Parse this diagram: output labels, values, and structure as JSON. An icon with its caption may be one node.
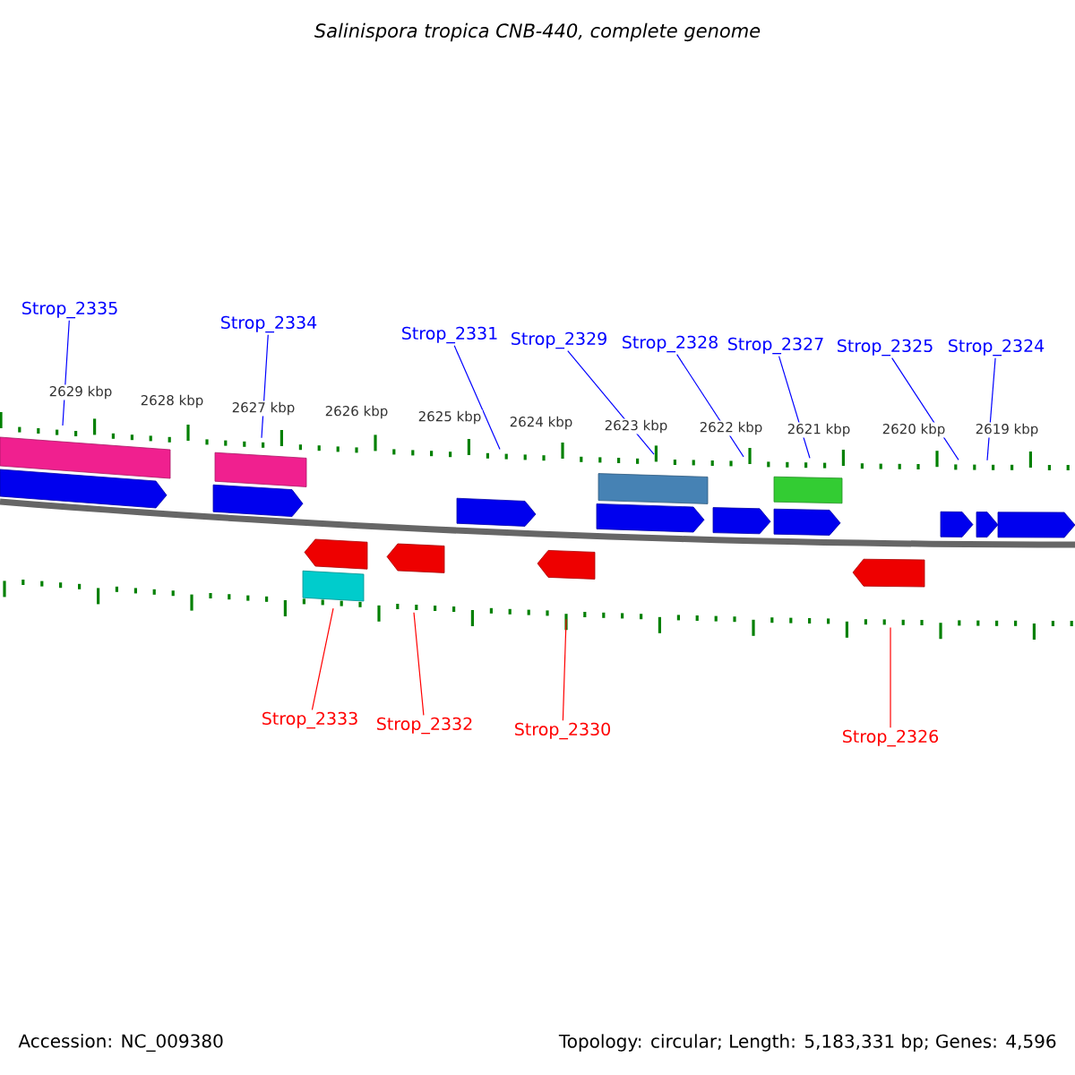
{
  "diagram": {
    "title": "Salinispora tropica CNB-440, complete genome",
    "nodes": [
      {
        "text": [
          "Strop_2335"
        ]
      },
      {
        "text": [
          "Strop_2334"
        ]
      },
      {
        "text": [
          "Strop_2331"
        ]
      },
      {
        "text": [
          "Strop_2329"
        ]
      },
      {
        "text": [
          "Strop_2328"
        ]
      },
      {
        "text": [
          "Strop_2327"
        ]
      },
      {
        "text": [
          "Strop_2325"
        ]
      },
      {
        "text": [
          "Strop_2324"
        ]
      },
      {
        "text": [
          "Strop_2333"
        ]
      },
      {
        "text": [
          "Strop_2332"
        ]
      },
      {
        "text": [
          "Strop_2330"
        ]
      },
      {
        "text": [
          "Strop_2326"
        ]
      },
      {
        "text": [],
        "shape": "ruler"
      },
      {
        "text": [],
        "shape": "ruler"
      }
    ],
    "edges": [
      {
        "from": 0,
        "to": 12,
        "arrow": "none"
      },
      {
        "from": 1,
        "to": 12,
        "arrow": "none"
      },
      {
        "from": 2,
        "to": 12,
        "arrow": "none"
      },
      {
        "from": 3,
        "to": 12,
        "arrow": "none"
      },
      {
        "from": 4,
        "to": 12,
        "arrow": "none"
      },
      {
        "from": 5,
        "to": 12,
        "arrow": "none"
      },
      {
        "from": 6,
        "to": 12,
        "arrow": "none"
      },
      {
        "from": 7,
        "to": 12,
        "arrow": "none"
      },
      {
        "from": 8,
        "to": 13,
        "arrow": "none",
        "color": "#ff0000"
      },
      {
        "from": 9,
        "to": 13,
        "arrow": "none",
        "color": "#ff0000"
      },
      {
        "from": 10,
        "to": 13,
        "arrow": "none",
        "color": "#ff0000"
      },
      {
        "from": 11,
        "to": 13,
        "arrow": "none",
        "color": "#ff0000"
      }
    ],
    "labels": [
      "2629 kbp",
      "2628 kbp",
      "2627 kbp",
      "2626 kbp",
      "2625 kbp",
      "2624 kbp",
      "2623 kbp",
      "2622 kbp",
      "2621 kbp",
      "2620 kbp",
      "2619 kbp",
      "Accession: NC_009380",
      "Topology: circular; Length: 5,183,331 bp; Genes: 4,596"
    ]
  }
}
